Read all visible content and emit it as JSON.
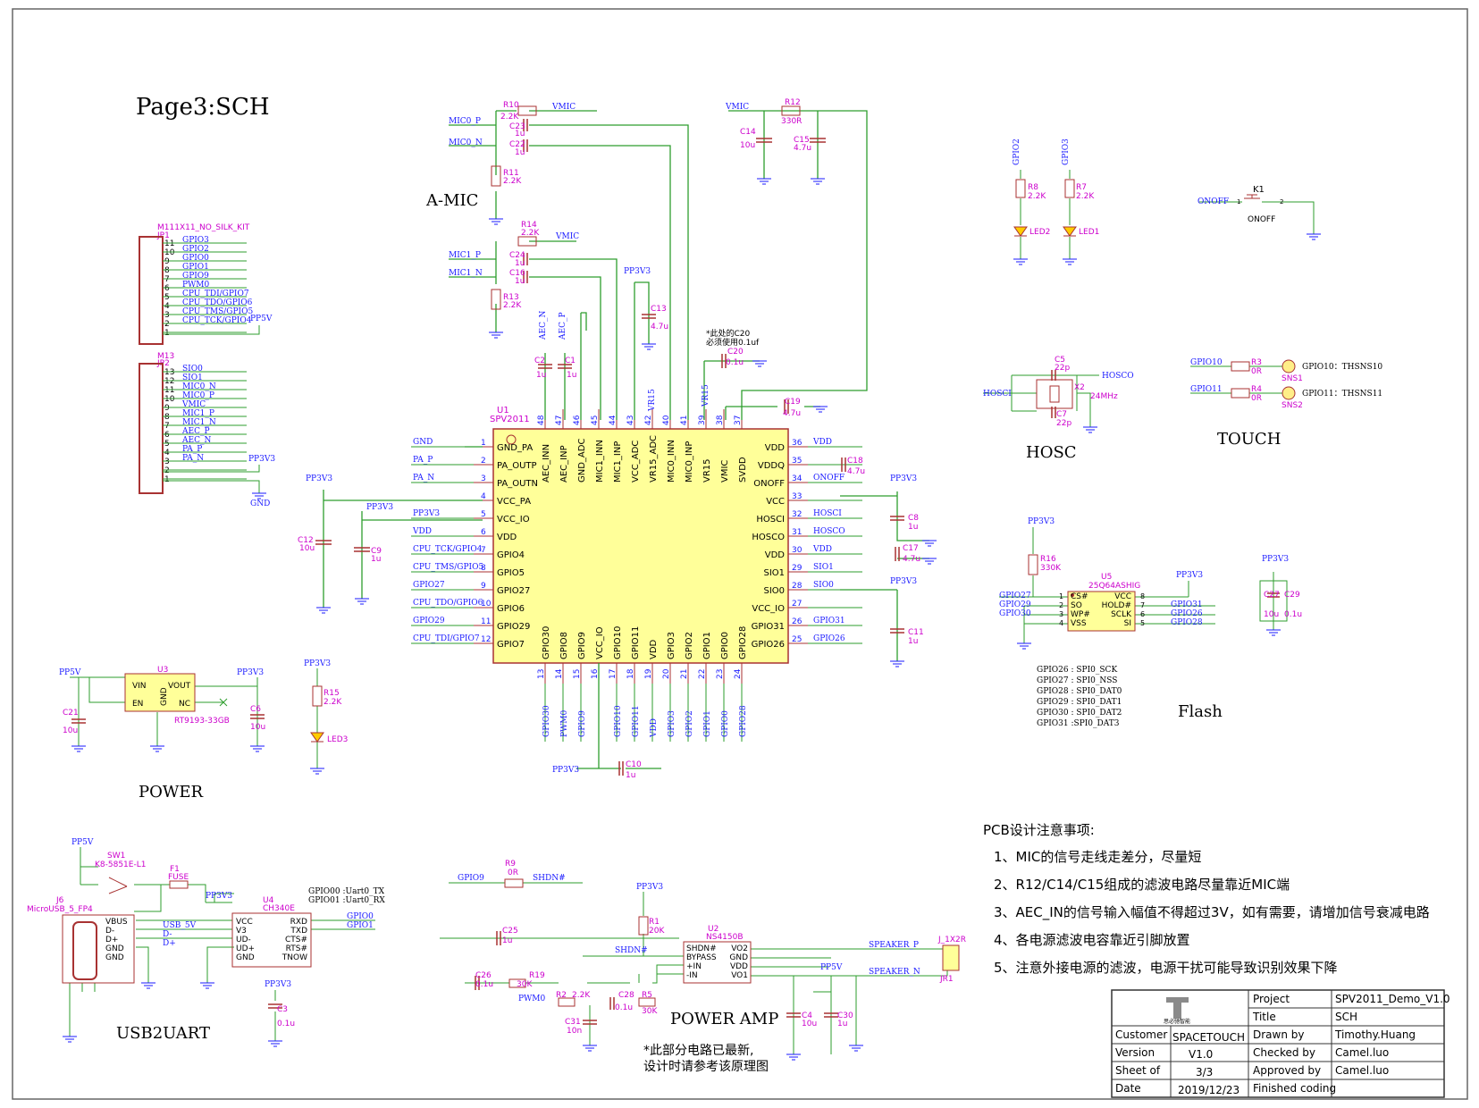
{
  "page_title": "Page3:SCH",
  "sections": {
    "amic": "A-MIC",
    "hosc": "HOSC",
    "touch": "TOUCH",
    "flash": "Flash",
    "power": "POWER",
    "usb2uart": "USB2UART",
    "power_amp": "POWER AMP"
  },
  "u1": {
    "ref": "U1",
    "part": "SPV2011",
    "left_pins": [
      {
        "num": "1",
        "name": "GND_PA",
        "net": "GND"
      },
      {
        "num": "2",
        "name": "PA_OUTP",
        "net": "PA_P"
      },
      {
        "num": "3",
        "name": "PA_OUTN",
        "net": "PA_N"
      },
      {
        "num": "4",
        "name": "VCC_PA",
        "net": ""
      },
      {
        "num": "5",
        "name": "VCC_IO",
        "net": "PP3V3"
      },
      {
        "num": "6",
        "name": "VDD",
        "net": "VDD"
      },
      {
        "num": "7",
        "name": "GPIO4",
        "net": "CPU_TCK/GPIO4"
      },
      {
        "num": "8",
        "name": "GPIO5",
        "net": "CPU_TMS/GPIO5"
      },
      {
        "num": "9",
        "name": "GPIO27",
        "net": "GPIO27"
      },
      {
        "num": "10",
        "name": "GPIO6",
        "net": "CPU_TDO/GPIO6"
      },
      {
        "num": "11",
        "name": "GPIO29",
        "net": "GPIO29"
      },
      {
        "num": "12",
        "name": "GPIO7",
        "net": "CPU_TDI/GPIO7"
      }
    ],
    "right_pins": [
      {
        "num": "36",
        "name": "VDD",
        "net": "VDD"
      },
      {
        "num": "35",
        "name": "VDDQ",
        "net": ""
      },
      {
        "num": "34",
        "name": "ONOFF",
        "net": "ONOFF"
      },
      {
        "num": "33",
        "name": "VCC",
        "net": ""
      },
      {
        "num": "32",
        "name": "HOSCI",
        "net": "HOSCI"
      },
      {
        "num": "31",
        "name": "HOSCO",
        "net": "HOSCO"
      },
      {
        "num": "30",
        "name": "VDD",
        "net": "VDD"
      },
      {
        "num": "29",
        "name": "SIO1",
        "net": "SIO1"
      },
      {
        "num": "28",
        "name": "SIO0",
        "net": "SIO0"
      },
      {
        "num": "27",
        "name": "VCC_IO",
        "net": ""
      },
      {
        "num": "26",
        "name": "GPIO31",
        "net": "GPIO31"
      },
      {
        "num": "25",
        "name": "GPIO26",
        "net": "GPIO26"
      }
    ],
    "top_pins": [
      {
        "num": "48",
        "name": "AEC_INN",
        "net": "AEC_N"
      },
      {
        "num": "47",
        "name": "AEC_INP",
        "net": "AEC_P"
      },
      {
        "num": "46",
        "name": "GND_ADC",
        "net": ""
      },
      {
        "num": "45",
        "name": "MIC1_INN",
        "net": ""
      },
      {
        "num": "44",
        "name": "MIC1_INP",
        "net": ""
      },
      {
        "num": "43",
        "name": "VCC_ADC",
        "net": ""
      },
      {
        "num": "42",
        "name": "VR15_ADC",
        "net": "VR15"
      },
      {
        "num": "40",
        "name": "MIC0_INN",
        "net": ""
      },
      {
        "num": "41",
        "name": "MIC0_INP",
        "net": ""
      },
      {
        "num": "39",
        "name": "VR15",
        "net": "VR15"
      },
      {
        "num": "38",
        "name": "VMIC",
        "net": ""
      },
      {
        "num": "37",
        "name": "SVDD",
        "net": ""
      }
    ],
    "bottom_pins": [
      {
        "num": "13",
        "name": "GPIO30",
        "net": "GPIO30"
      },
      {
        "num": "14",
        "name": "GPIO8",
        "net": "PWM0"
      },
      {
        "num": "15",
        "name": "GPIO9",
        "net": "GPIO9"
      },
      {
        "num": "16",
        "name": "VCC_IO",
        "net": ""
      },
      {
        "num": "17",
        "name": "GPIO10",
        "net": "GPIO10"
      },
      {
        "num": "18",
        "name": "GPIO11",
        "net": "GPIO11"
      },
      {
        "num": "19",
        "name": "VDD",
        "net": "VDD"
      },
      {
        "num": "20",
        "name": "GPIO3",
        "net": "GPIO3"
      },
      {
        "num": "21",
        "name": "GPIO2",
        "net": "GPIO2"
      },
      {
        "num": "22",
        "name": "GPIO1",
        "net": "GPIO1"
      },
      {
        "num": "23",
        "name": "GPIO0",
        "net": "GPIO0"
      },
      {
        "num": "24",
        "name": "GPIO28",
        "net": "GPIO28"
      }
    ]
  },
  "j1": {
    "title": "M111X11_NO_SILK_KIT",
    "ref": "JP1",
    "pins": [
      {
        "num": "11",
        "net": "GPIO3"
      },
      {
        "num": "10",
        "net": "GPIO2"
      },
      {
        "num": "9",
        "net": "GPIO0"
      },
      {
        "num": "8",
        "net": "GPIO1"
      },
      {
        "num": "7",
        "net": "GPIO9"
      },
      {
        "num": "6",
        "net": "PWM0"
      },
      {
        "num": "5",
        "net": "CPU_TDI/GPIO7"
      },
      {
        "num": "4",
        "net": "CPU_TDO/GPIO6"
      },
      {
        "num": "3",
        "net": "CPU_TMS/GPIO5"
      },
      {
        "num": "2",
        "net": "CPU_TCK/GPIO4"
      },
      {
        "num": "1",
        "net": ""
      }
    ],
    "pp5v": "PP5V"
  },
  "j2": {
    "title": "M13",
    "ref": "JP2",
    "pins": [
      {
        "num": "13",
        "net": "SIO0"
      },
      {
        "num": "12",
        "net": "SIO1"
      },
      {
        "num": "11",
        "net": "MIC0_N"
      },
      {
        "num": "10",
        "net": "MIC0_P"
      },
      {
        "num": "9",
        "net": "VMIC"
      },
      {
        "num": "8",
        "net": "MIC1_P"
      },
      {
        "num": "7",
        "net": "MIC1_N"
      },
      {
        "num": "6",
        "net": "AEC_P"
      },
      {
        "num": "5",
        "net": "AEC_N"
      },
      {
        "num": "4",
        "net": "PA_P"
      },
      {
        "num": "3",
        "net": "PA_N"
      },
      {
        "num": "2",
        "net": ""
      },
      {
        "num": "1",
        "net": ""
      }
    ],
    "pp3v3": "PP3V3",
    "gnd": "GND"
  },
  "amic": {
    "r10": {
      "ref": "R10",
      "val": "2.2K"
    },
    "vmic": "VMIC",
    "mic0p": "MIC0_P",
    "mic0n": "MIC0_N",
    "c23": {
      "ref": "C23",
      "val": "1u"
    },
    "c22": {
      "ref": "C22",
      "val": "1u"
    },
    "r11": {
      "ref": "R11",
      "val": "2.2K"
    },
    "r14": {
      "ref": "R14",
      "val": "2.2K"
    },
    "mic1p": "MIC1_P",
    "mic1n": "MIC1_N",
    "c24": {
      "ref": "C24",
      "val": "1u"
    },
    "c16": {
      "ref": "C16",
      "val": "1u"
    },
    "r13": {
      "ref": "R13",
      "val": "2.2K"
    },
    "r12": {
      "ref": "R12",
      "val": "330R"
    },
    "c14": {
      "ref": "C14",
      "val": "10u"
    },
    "c15": {
      "ref": "C15",
      "val": "4.7u"
    },
    "c13": {
      "ref": "C13",
      "val": "4.7u"
    },
    "c2": {
      "ref": "C2",
      "val": "1u"
    },
    "c1": {
      "ref": "C1",
      "val": "1u"
    },
    "c20": {
      "ref": "C20",
      "val": "0.1u"
    },
    "c20_note1": "*此处的C20",
    "c20_note2": "必须使用0.1uf",
    "c19": {
      "ref": "C19",
      "val": "4.7u"
    },
    "gnd": "GND",
    "pp3v3": "PP3V3"
  },
  "u1_side": {
    "c18": {
      "ref": "C18",
      "val": "4.7u"
    },
    "c8": {
      "ref": "C8",
      "val": "1u"
    },
    "c17": {
      "ref": "C17",
      "val": "4.7u"
    },
    "c11": {
      "ref": "C11",
      "val": "1u"
    },
    "c12": {
      "ref": "C12",
      "val": "10u"
    },
    "c9": {
      "ref": "C9",
      "val": "1u"
    },
    "c10": {
      "ref": "C10",
      "val": "1u"
    }
  },
  "leds": {
    "gpio2": "GPIO2",
    "gpio3": "GPIO3",
    "r8": {
      "ref": "R8",
      "val": "2.2K"
    },
    "r7": {
      "ref": "R7",
      "val": "2.2K"
    },
    "led2": "LED2",
    "led1": "LED1",
    "r15": {
      "ref": "R15",
      "val": "2.2K"
    },
    "led3": "LED3"
  },
  "switch": {
    "net": "ONOFF",
    "ref": "K1",
    "label": "ONOFF",
    "p1": "1",
    "p2": "2"
  },
  "hosc": {
    "c5": {
      "ref": "C5",
      "val": "22p"
    },
    "c7": {
      "ref": "C7",
      "val": "22p"
    },
    "x2": {
      "ref": "X2",
      "val": "24MHz"
    },
    "hosci": "HOSCI",
    "hosco": "HOSCO"
  },
  "touch": {
    "gpio10": "GPIO10",
    "gpio11": "GPIO11",
    "r3": {
      "ref": "R3",
      "val": "0R"
    },
    "r4": {
      "ref": "R4",
      "val": "0R"
    },
    "sns1": "SNS1",
    "sns2": "SNS2",
    "label1": "GPIO10：THSNS10",
    "label2": "GPIO11：THSNS11"
  },
  "flash": {
    "r16": {
      "ref": "R16",
      "val": "330K"
    },
    "u5": {
      "ref": "U5",
      "part": "25Q64ASHIG"
    },
    "left": [
      {
        "num": "1",
        "name": "CS#",
        "net": "GPIO27"
      },
      {
        "num": "2",
        "name": "SO",
        "net": "GPIO29"
      },
      {
        "num": "3",
        "name": "WP#",
        "net": "GPIO30"
      },
      {
        "num": "4",
        "name": "VSS",
        "net": ""
      }
    ],
    "right": [
      {
        "num": "8",
        "name": "VCC",
        "net": ""
      },
      {
        "num": "7",
        "name": "HOLD#",
        "net": "GPIO31"
      },
      {
        "num": "6",
        "name": "SCLK",
        "net": "GPIO26"
      },
      {
        "num": "5",
        "name": "SI",
        "net": "GPIO28"
      }
    ],
    "c27": {
      "ref": "C27",
      "val": "10u"
    },
    "c29": {
      "ref": "C29",
      "val": "0.1u"
    },
    "notes": [
      "GPIO26 : SPI0_SCK",
      "GPIO27 : SPI0_NSS",
      "GPIO28 : SPI0_DAT0",
      "GPIO29 : SPI0_DAT1",
      "GPIO30 : SPI0_DAT2",
      "GPIO31 :SPI0_DAT3"
    ]
  },
  "power": {
    "pp5v": "PP5V",
    "u3": {
      "ref": "U3",
      "part": "RT9193-33GB"
    },
    "vin": "VIN",
    "en": "EN",
    "gnd_pin": "GND",
    "vout": "VOUT",
    "nc": "NC",
    "c21": {
      "ref": "C21",
      "val": "10u"
    },
    "c6": {
      "ref": "C6",
      "val": "10u"
    },
    "pp3v3": "PP3V3"
  },
  "usb": {
    "sw1": {
      "ref": "SW1",
      "part": "K8-5851E-L1"
    },
    "f1": {
      "ref": "F1",
      "part": "FUSE"
    },
    "j6": {
      "ref": "J6",
      "part": "MicroUSB_5_FP4"
    },
    "pins": [
      "VBUS",
      "D-",
      "D+",
      "GND",
      "GND"
    ],
    "usb5v": "USB_5V",
    "dm": "D-",
    "dp": "D+",
    "u4": {
      "ref": "U4",
      "part": "CH340E"
    },
    "u4_left": [
      "VCC",
      "V3",
      "UD-",
      "UD+",
      "GND"
    ],
    "u4_right": [
      "RXD",
      "TXD",
      "CTS#",
      "RTS#",
      "TNOW"
    ],
    "gpio00": "GPIO00 :Uart0_TX",
    "gpio01": "GPIO01 :Uart0_RX",
    "gpio0": "GPIO0",
    "gpio1": "GPIO1",
    "c3": {
      "ref": "C3",
      "val": "0.1u"
    }
  },
  "amp": {
    "r9": {
      "ref": "R9",
      "val": "0R"
    },
    "gpio9": "GPIO9",
    "shdn": "SHDN#",
    "r1": {
      "ref": "R1",
      "val": "20K"
    },
    "u2": {
      "ref": "U2",
      "part": "NS4150B"
    },
    "left": [
      "SHDN#",
      "BYPASS",
      "+IN",
      "-IN"
    ],
    "right": [
      "VO2",
      "GND",
      "VDD",
      "VO1"
    ],
    "c25": {
      "ref": "C25",
      "val": "1u"
    },
    "c26": {
      "ref": "C26",
      "val": "0.1u"
    },
    "r19": {
      "ref": "R19",
      "val": "30K"
    },
    "r2": {
      "ref": "R2",
      "val": "2.2K"
    },
    "c28": {
      "ref": "C28",
      "val": "0.1u"
    },
    "r5": {
      "ref": "R5",
      "val": "30K"
    },
    "c31": {
      "ref": "C31",
      "val": "10n"
    },
    "pwm0": "PWM0",
    "c4": {
      "ref": "C4",
      "val": "10u"
    },
    "c30": {
      "ref": "C30",
      "val": "1u"
    },
    "spk_p": "SPEAKER_P",
    "spk_n": "SPEAKER_N",
    "jr1": {
      "ref": "JR1",
      "part": "J_1X2R"
    },
    "note1": "*此部分电路已最新,",
    "note2": "设计时请参考该原理图"
  },
  "pcb_notes": {
    "title": "PCB设计注意事项:",
    "items": [
      "1、MIC的信号走线走差分，尽量短",
      "2、R12/C14/C15组成的滤波电路尽量靠近MIC端",
      "3、AEC_IN的信号输入幅值不得超过3V，如有需要，请增加信号衰减电路",
      "4、各电源滤波电容靠近引脚放置",
      "5、注意外接电源的滤波，电源干扰可能导致识别效果下降"
    ]
  },
  "title_block": {
    "logo_text": "思必驰智能",
    "customer_label": "Customer",
    "customer": "SPACETOUCH",
    "version_label": "Version",
    "version": "V1.0",
    "sheet_label": "Sheet of",
    "sheet": "3/3",
    "date_label": "Date",
    "date": "2019/12/23",
    "project_label": "Project",
    "project": "SPV2011_Demo_V1.0",
    "title_label": "Title",
    "title": "SCH",
    "drawn_label": "Drawn by",
    "drawn": "Timothy.Huang",
    "checked_label": "Checked by",
    "checked": "Camel.luo",
    "approved_label": "Approved by",
    "approved": "Camel.luo",
    "finished": "Finished coding"
  },
  "colors": {
    "wire": "#2e9e2e",
    "net": "#1a1aff",
    "ref": "#cc00cc",
    "part": "#a83232",
    "chip_fill": "#ffff99"
  }
}
